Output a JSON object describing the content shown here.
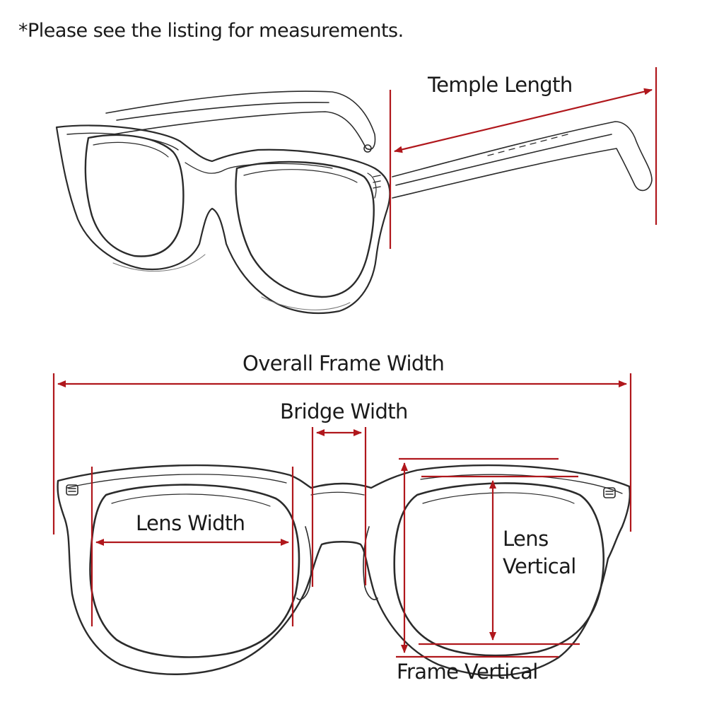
{
  "note": "*Please see the listing for measurements.",
  "labels": {
    "temple_length": "Temple Length",
    "overall_frame_width": "Overall Frame Width",
    "bridge_width": "Bridge Width",
    "lens_width": "Lens Width",
    "lens_vertical_line1": "Lens",
    "lens_vertical_line2": "Vertical",
    "frame_vertical": "Frame Vertical"
  },
  "colors": {
    "measure_line": "#b0171c",
    "sketch": "#2b2b2b",
    "text": "#1a1a1a"
  }
}
